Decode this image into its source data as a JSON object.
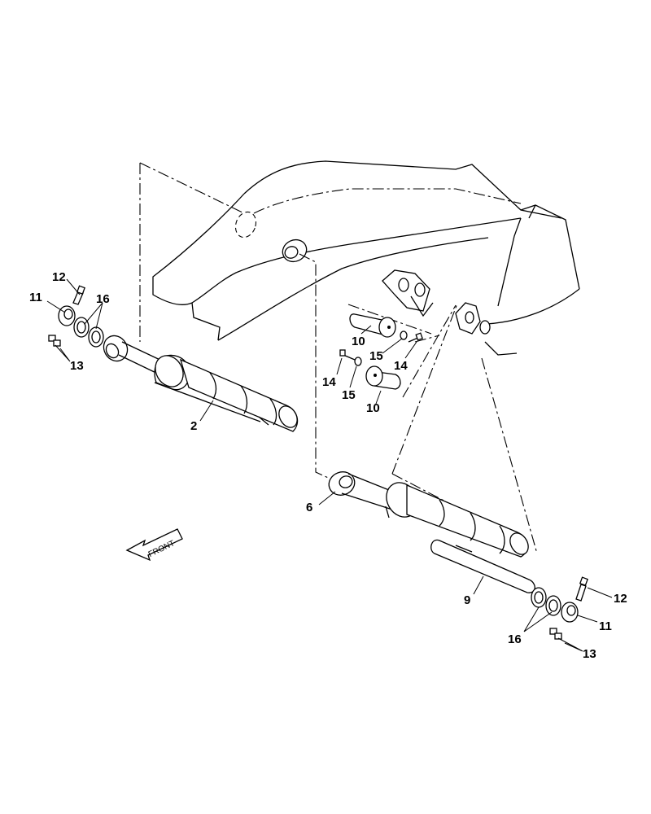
{
  "diagram": {
    "front_arrow_label": "FRONT",
    "labels": [
      {
        "id": "lbl-2",
        "text": "2"
      },
      {
        "id": "lbl-6",
        "text": "6"
      },
      {
        "id": "lbl-9",
        "text": "9"
      },
      {
        "id": "lbl-10a",
        "text": "10"
      },
      {
        "id": "lbl-10b",
        "text": "10"
      },
      {
        "id": "lbl-11a",
        "text": "11"
      },
      {
        "id": "lbl-11b",
        "text": "11"
      },
      {
        "id": "lbl-12a",
        "text": "12"
      },
      {
        "id": "lbl-12b",
        "text": "12"
      },
      {
        "id": "lbl-13a",
        "text": "13"
      },
      {
        "id": "lbl-13b",
        "text": "13"
      },
      {
        "id": "lbl-14a",
        "text": "14"
      },
      {
        "id": "lbl-14b",
        "text": "14"
      },
      {
        "id": "lbl-15a",
        "text": "15"
      },
      {
        "id": "lbl-15b",
        "text": "15"
      },
      {
        "id": "lbl-16a",
        "text": "16"
      },
      {
        "id": "lbl-16b",
        "text": "16"
      }
    ]
  }
}
